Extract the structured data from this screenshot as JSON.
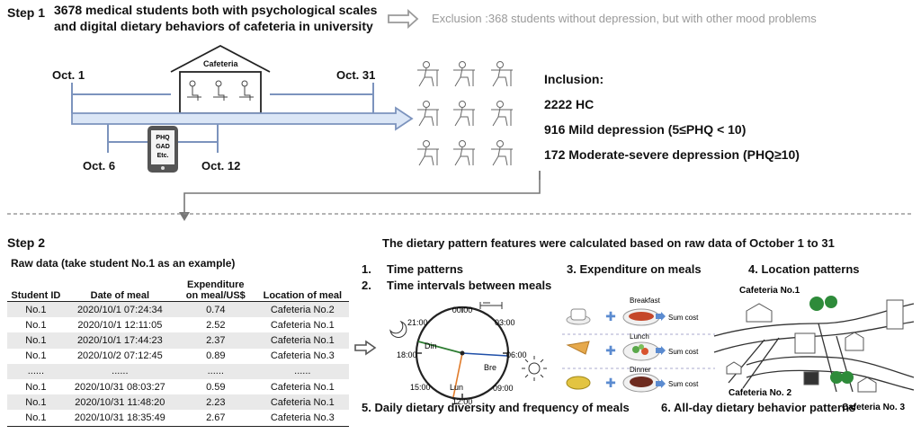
{
  "step1": {
    "label": "Step 1",
    "header_line1": "3678 medical students both with psychological scales",
    "header_line2": "and digital dietary behaviors of cafeteria in university",
    "exclusion": "Exclusion :368 students without depression, but with other mood problems",
    "oct1": "Oct. 1",
    "oct31": "Oct. 31",
    "oct6": "Oct. 6",
    "oct12": "Oct. 12",
    "cafeteria": "Cafeteria",
    "phone_lines": [
      "PHQ",
      "GAD",
      "Etc."
    ],
    "inclusion_title": "Inclusion:",
    "inclusion_items": [
      "2222 HC",
      "916 Mild depression (5≤PHQ < 10)",
      "172 Moderate-severe depression (PHQ≥10)"
    ]
  },
  "step2": {
    "label": "Step 2",
    "raw_title": "Raw data (take student No.1 as an example)",
    "features_title": "The dietary pattern features were calculated based on raw data of October 1 to 31",
    "table": {
      "headers": [
        "Student ID",
        "Date of meal",
        "Expenditure on meal/US$",
        "Location of meal"
      ],
      "header_exp_line1": "Expenditure",
      "header_exp_line2": "on meal/US$",
      "rows": [
        [
          "No.1",
          "2020/10/1  07:24:34",
          "0.74",
          "Cafeteria No.2"
        ],
        [
          "No.1",
          "2020/10/1  12:11:05",
          "2.52",
          "Cafeteria No.1"
        ],
        [
          "No.1",
          "2020/10/1  17:44:23",
          "2.37",
          "Cafeteria No.1"
        ],
        [
          "No.1",
          "2020/10/2  07:12:45",
          "0.89",
          "Cafeteria No.3"
        ],
        [
          "......",
          "......",
          "......",
          "......"
        ],
        [
          "No.1",
          "2020/10/31 08:03:27",
          "0.59",
          "Cafeteria No.1"
        ],
        [
          "No.1",
          "2020/10/31 11:48:20",
          "2.23",
          "Cafeteria No.1"
        ],
        [
          "No.1",
          "2020/10/31 18:35:49",
          "2.67",
          "Cafeteria No.3"
        ]
      ]
    },
    "features": {
      "f1_num": "1.",
      "f1": "Time patterns",
      "f2_num": "2.",
      "f2": "Time intervals between meals",
      "f3": "3. Expenditure on meals",
      "f4": "4. Location patterns",
      "f5": "5. Daily dietary diversity and frequency of meals",
      "f6": "6. All-day dietary behavior patterns"
    },
    "clock": {
      "h00": "00:00",
      "h03": "03:00",
      "h06": "06:00",
      "h09": "09:00",
      "h12": "12:00",
      "h15": "15:00",
      "h18": "18:00",
      "h21": "21:00",
      "din": "Din",
      "bre": "Bre",
      "lun": "Lun"
    },
    "meals": {
      "breakfast": "Breakfast",
      "lunch": "Lunch",
      "dinner": "Dinner",
      "sum_cost": "Sum cost"
    },
    "locations": {
      "no1": "Cafeteria No.1",
      "no2": "Cafeteria No. 2",
      "no3": "Cafeteria No. 3"
    }
  },
  "colors": {
    "timeline": "#7c93bd",
    "timeline_fill": "#dbe6f6",
    "clock_breakfast": "#1f4fa8",
    "clock_lunch": "#e07b2a",
    "clock_dinner": "#2e7d32",
    "plus": "#5b8bd0"
  }
}
